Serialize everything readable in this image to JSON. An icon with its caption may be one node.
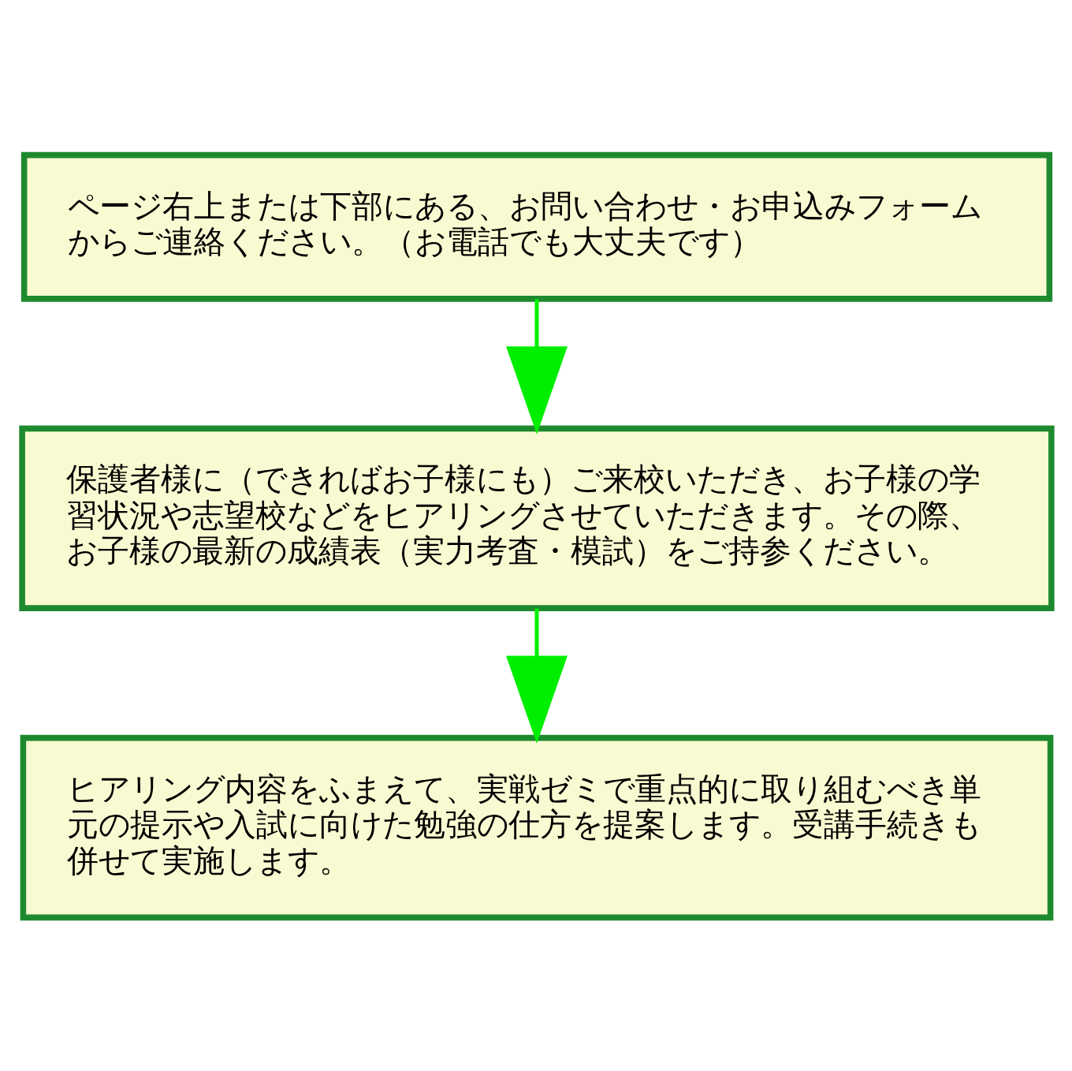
{
  "diagram": {
    "nodes": [
      {
        "text": [
          "ページ右上または下部にある、お問い合わせ・お申込みフォームからご連絡ください。（お電話でも大丈夫です）"
        ]
      },
      {
        "text": [
          "保護者様に（できればお子様にも）ご来校いただき、お子様の学習状況や志望校などをヒアリングさせていただきます。その際、お子様の最新の成績表（実力考査・模試）をご持参ください。"
        ]
      },
      {
        "text": [
          "ヒアリング内容をふまえて、実戦ゼミで重点的に取り組むべき単元の提示や入試に向けた勉強の仕方を提案します。受講手続きも併せて実施します。"
        ]
      }
    ],
    "edges": [
      {
        "from": 0,
        "to": 1,
        "arrow": "to"
      },
      {
        "from": 1,
        "to": 2,
        "arrow": "to"
      }
    ]
  }
}
